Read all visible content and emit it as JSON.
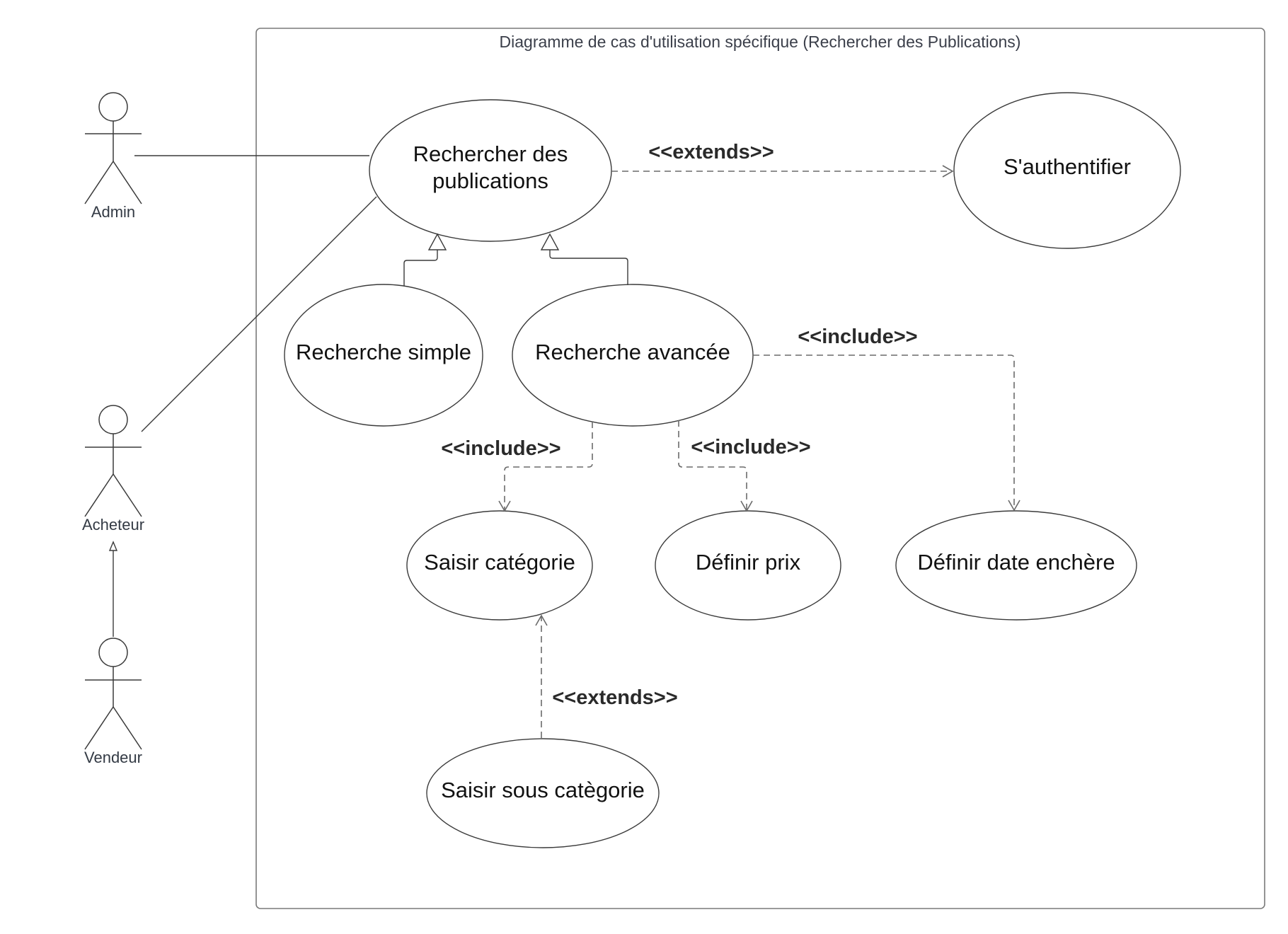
{
  "system": {
    "title": "Diagramme de cas d'utilisation spécifique (Rechercher des Publications)"
  },
  "actors": {
    "admin": "Admin",
    "acheteur": "Acheteur",
    "vendeur": "Vendeur"
  },
  "use_cases": {
    "rechercher_line1": "Rechercher des",
    "rechercher_line2": "publications",
    "authentifier": "S'authentifier",
    "recherche_simple": "Recherche simple",
    "recherche_avancee": "Recherche avancée",
    "saisir_categorie": "Saisir catégorie",
    "definir_prix": "Définir prix",
    "definir_date": "Définir date enchère",
    "saisir_sous_categorie": "Saisir sous catègorie"
  },
  "relations": {
    "extends_auth": "<<extends>>",
    "include_date": "<<include>>",
    "include_categorie": "<<include>>",
    "include_prix": "<<include>>",
    "extends_sous_categorie": "<<extends>>"
  }
}
